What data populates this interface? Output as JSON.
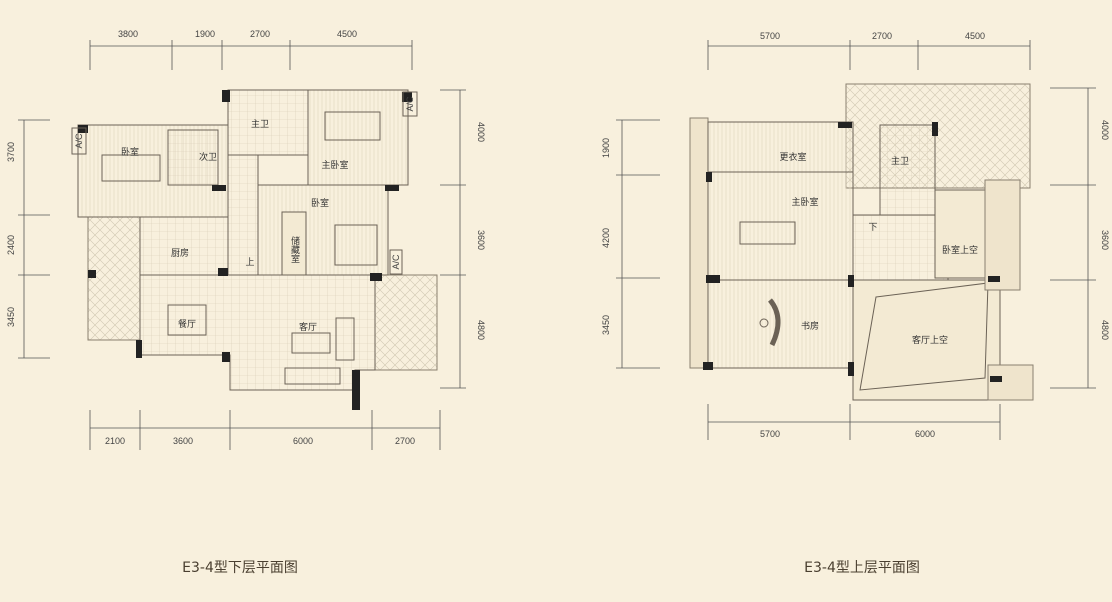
{
  "lower_plan": {
    "title": "E3-4型下层平面图",
    "dims_top": [
      "3800",
      "1900",
      "2700",
      "4500"
    ],
    "dims_bottom": [
      "2100",
      "3600",
      "6000",
      "2700"
    ],
    "dims_left": [
      "3700",
      "2400",
      "3450"
    ],
    "dims_right": [
      "4000",
      "3600",
      "4800"
    ],
    "rooms": {
      "bedroom1": "卧室",
      "second_bath": "次卫",
      "master_bath": "主卫",
      "master_bedroom": "主卧室",
      "bedroom2": "卧室",
      "storage": "储藏室",
      "kitchen": "厨房",
      "dining": "餐厅",
      "living": "客厅",
      "stairs_up": "上",
      "ac": "A/C"
    }
  },
  "upper_plan": {
    "title": "E3-4型上层平面图",
    "dims_top": [
      "5700",
      "2700",
      "4500"
    ],
    "dims_bottom": [
      "5700",
      "6000"
    ],
    "dims_left": [
      "1900",
      "4200",
      "3450"
    ],
    "dims_right": [
      "4000",
      "3600",
      "4800"
    ],
    "rooms": {
      "closet": "更衣室",
      "master_bedroom": "主卧室",
      "master_bath": "主卫",
      "stairs_down": "下",
      "bedroom_void": "卧室上空",
      "study": "书房",
      "living_void": "客厅上空"
    }
  }
}
